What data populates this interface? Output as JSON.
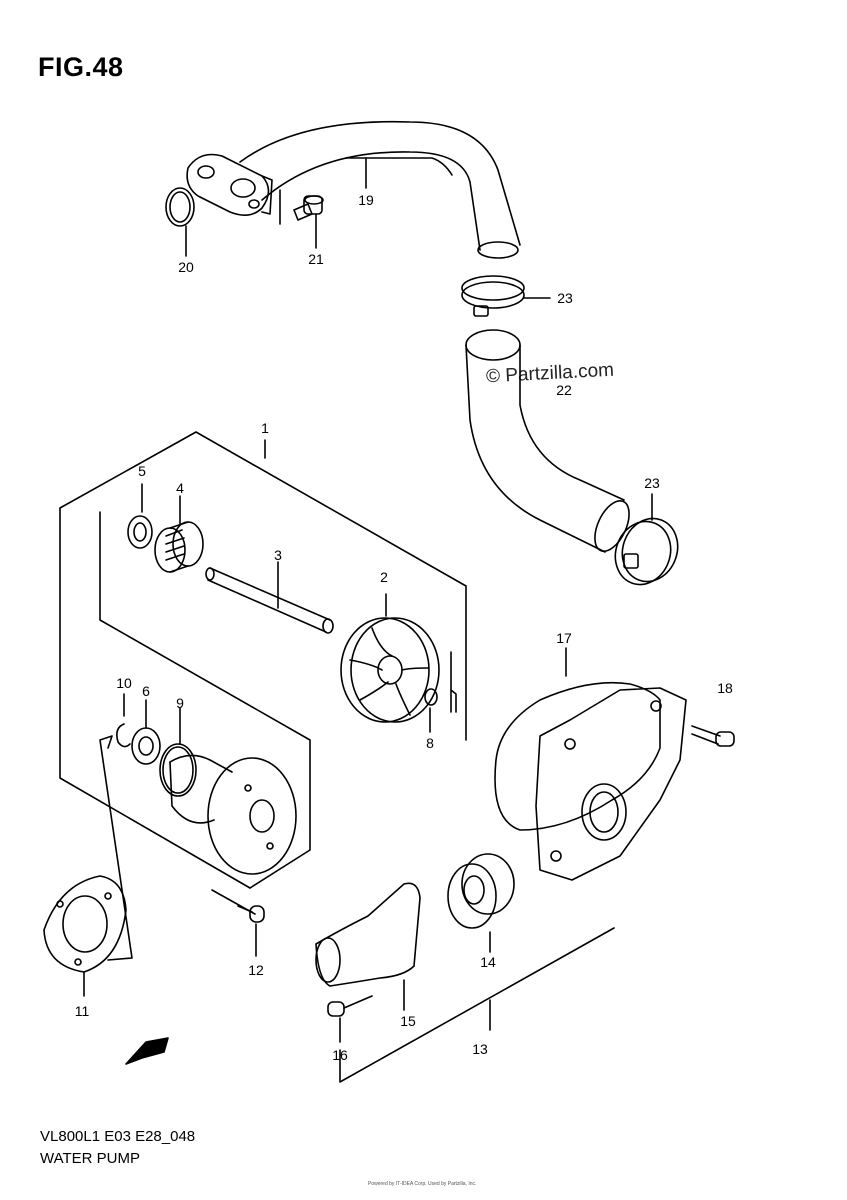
{
  "figure": {
    "title": "FIG.48",
    "code": "VL800L1 E03 E28_048",
    "name": "WATER PUMP",
    "watermark": "© Partzilla.com",
    "copyright": "Powered by IT-IDEA Corp. Used by Partzilla, Inc."
  },
  "callouts": [
    "1",
    "2",
    "3",
    "4",
    "5",
    "6",
    "8",
    "9",
    "10",
    "11",
    "12",
    "13",
    "14",
    "15",
    "16",
    "17",
    "18",
    "19",
    "20",
    "21",
    "22",
    "23",
    "23"
  ],
  "fwd_label": "FWD",
  "colors": {
    "line": "#000000",
    "background": "#ffffff"
  }
}
